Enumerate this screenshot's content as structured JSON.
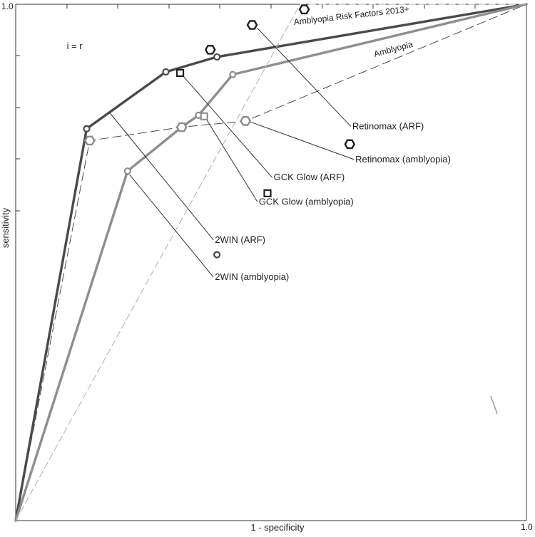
{
  "chart_data": {
    "type": "line",
    "title": "",
    "xlabel": "1 - specificity",
    "ylabel": "sensitivity",
    "xlim": [
      0,
      1
    ],
    "ylim": [
      0,
      1
    ],
    "ticks": {
      "x": [
        "1.0"
      ],
      "y": [
        "1.0"
      ]
    },
    "grid": false,
    "colors": {
      "dark": "#4a4a4a",
      "medium": "#8e8e8e",
      "light": "#b5b5b5",
      "black": "#1f1f1f"
    },
    "series": [
      {
        "name": "Amblyopia Risk Factors 2013+",
        "style": "dark-solid",
        "x": [
          0,
          0.139,
          0.294,
          0.394,
          1
        ],
        "y": [
          0,
          0.759,
          0.869,
          0.898,
          1
        ]
      },
      {
        "name": "Amblyopia",
        "style": "dark-dashed",
        "x": [
          0,
          0.145,
          0.325,
          0.45,
          1
        ],
        "y": [
          0,
          0.736,
          0.762,
          0.774,
          1
        ]
      },
      {
        "name": "",
        "style": "medium-solid",
        "x": [
          0,
          0.219,
          0.325,
          0.358,
          0.425,
          1
        ],
        "y": [
          0,
          0.677,
          0.762,
          0.785,
          0.864,
          1
        ]
      },
      {
        "name": "",
        "style": "light-dashed",
        "x": [
          0,
          0.557,
          1
        ],
        "y": [
          0,
          1,
          1
        ]
      }
    ],
    "markers": [
      {
        "shape": "circle",
        "tone": "dark",
        "x": 0.139,
        "y": 0.759,
        "r": 4
      },
      {
        "shape": "circle",
        "tone": "dark",
        "x": 0.294,
        "y": 0.869,
        "r": 4
      },
      {
        "shape": "circle",
        "tone": "dark",
        "x": 0.394,
        "y": 0.898,
        "r": 4
      },
      {
        "shape": "circle",
        "tone": "medium",
        "x": 0.219,
        "y": 0.677,
        "r": 4
      },
      {
        "shape": "circle",
        "tone": "medium",
        "x": 0.358,
        "y": 0.785,
        "r": 4
      },
      {
        "shape": "circle",
        "tone": "medium",
        "x": 0.425,
        "y": 0.864,
        "r": 4
      },
      {
        "shape": "circle",
        "tone": "dark",
        "x": 0.394,
        "y": 0.515,
        "r": 4
      },
      {
        "shape": "hexagon",
        "tone": "black",
        "x": 0.381,
        "y": 0.912,
        "r": 6.5
      },
      {
        "shape": "hexagon",
        "tone": "black",
        "x": 0.463,
        "y": 0.96,
        "r": 6.5
      },
      {
        "shape": "hexagon",
        "tone": "black",
        "x": 0.565,
        "y": 0.99,
        "r": 6.5
      },
      {
        "shape": "hexagon",
        "tone": "black",
        "x": 0.654,
        "y": 0.729,
        "r": 6.5
      },
      {
        "shape": "hexagon",
        "tone": "medium",
        "x": 0.145,
        "y": 0.736,
        "r": 6.5
      },
      {
        "shape": "hexagon",
        "tone": "medium",
        "x": 0.325,
        "y": 0.762,
        "r": 6.5
      },
      {
        "shape": "hexagon",
        "tone": "medium",
        "x": 0.45,
        "y": 0.774,
        "r": 6.5
      },
      {
        "shape": "square",
        "tone": "black",
        "x": 0.322,
        "y": 0.867,
        "r": 4.5
      },
      {
        "shape": "square",
        "tone": "black",
        "x": 0.493,
        "y": 0.634,
        "r": 4.5
      },
      {
        "shape": "square",
        "tone": "medium",
        "x": 0.369,
        "y": 0.783,
        "r": 4.5
      }
    ],
    "annotations": [
      {
        "text": "Retinomax (ARF)",
        "x": 0.659,
        "y": 0.758,
        "pointer_to": [
          0.473,
          0.954
        ]
      },
      {
        "text": "Retinomax (amblyopia)",
        "x": 0.665,
        "y": 0.694,
        "pointer_to": [
          0.46,
          0.772
        ]
      },
      {
        "text": "GCK Glow (ARF)",
        "x": 0.505,
        "y": 0.659,
        "pointer_to": [
          0.327,
          0.862
        ]
      },
      {
        "text": "GCK Glow (amblyopia)",
        "x": 0.476,
        "y": 0.612,
        "pointer_to": [
          0.373,
          0.778
        ]
      },
      {
        "text": "2WIN (ARF)",
        "x": 0.39,
        "y": 0.538,
        "pointer_to": [
          0.184,
          0.79
        ]
      },
      {
        "text": "2WIN (amblyopia)",
        "x": 0.39,
        "y": 0.466,
        "pointer_to": [
          0.223,
          0.67
        ]
      },
      {
        "text": "i = r",
        "x": 0.1,
        "y": 0.913
      },
      {
        "text": "Amblyopia Risk Factors 2013+",
        "x": 0.545,
        "y": 0.96,
        "rotate": -6.5
      },
      {
        "text": "Amblyopia",
        "x": 0.703,
        "y": 0.898,
        "rotate": -15
      }
    ]
  }
}
